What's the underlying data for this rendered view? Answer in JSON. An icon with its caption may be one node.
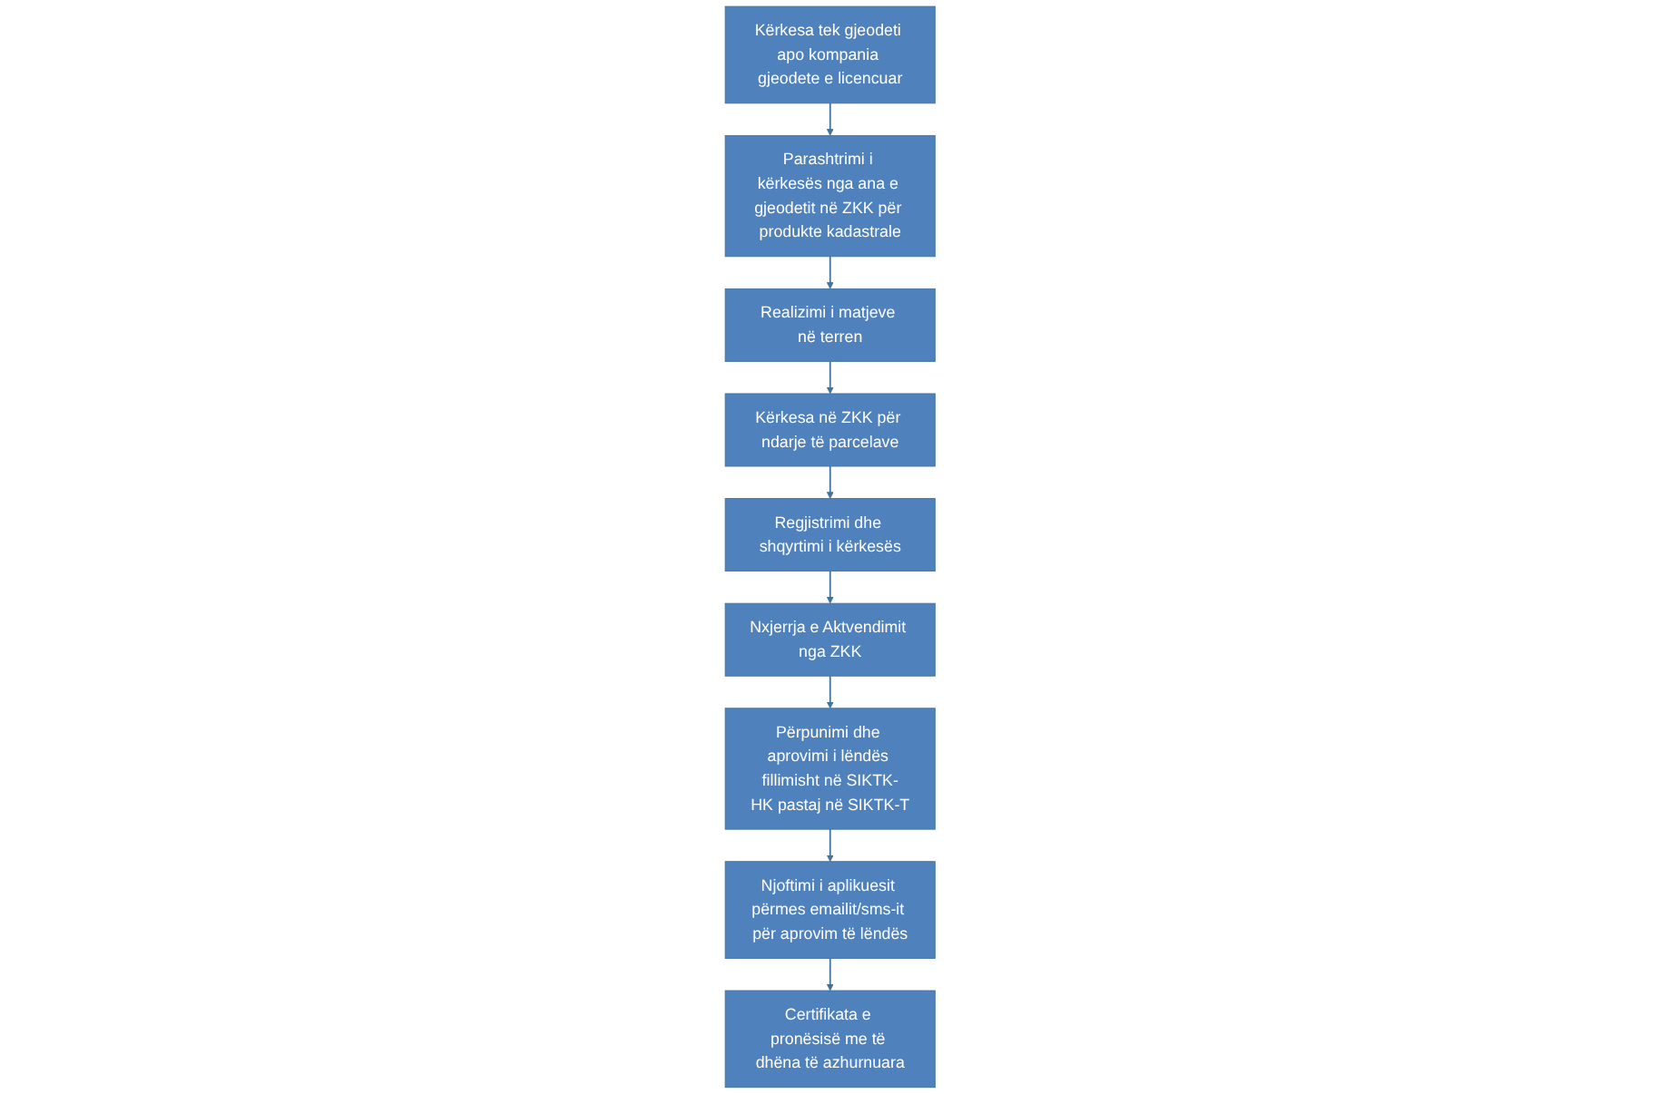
{
  "diagram": {
    "nodes": [
      {
        "text": [
          "Kërkesa tek gjeodeti apo kompania gjeodete e licencuar"
        ]
      },
      {
        "text": [
          "Parashtrimi i kërkesës nga ana e gjeodetit në ZKK për produkte kadastrale"
        ]
      },
      {
        "text": [
          "Realizimi i matjeve në terren"
        ]
      },
      {
        "text": [
          "Kërkesa në ZKK për ndarje të parcelave"
        ]
      },
      {
        "text": [
          "Regjistrimi dhe shqyrtimi i kërkesës"
        ]
      },
      {
        "text": [
          "Nxjerrja e Aktvendimit nga ZKK"
        ]
      },
      {
        "text": [
          "Përpunimi dhe aprovimi i lëndës fillimisht në SIKTK-HK pastaj në SIKTK-T"
        ]
      },
      {
        "text": [
          "Njoftimi i aplikuesit përmes emailit/sms-it për aprovim të lëndës"
        ]
      },
      {
        "text": [
          "Certifikata e pronësisë me të dhëna të azhurnuara"
        ]
      }
    ],
    "edges": [
      {
        "from": 0,
        "to": 1,
        "arrow": "to"
      },
      {
        "from": 1,
        "to": 2,
        "arrow": "to"
      },
      {
        "from": 2,
        "to": 3,
        "arrow": "to"
      },
      {
        "from": 3,
        "to": 4,
        "arrow": "to"
      },
      {
        "from": 4,
        "to": 5,
        "arrow": "to"
      },
      {
        "from": 5,
        "to": 6,
        "arrow": "to"
      },
      {
        "from": 6,
        "to": 7,
        "arrow": "to"
      },
      {
        "from": 7,
        "to": 8,
        "arrow": "to"
      }
    ]
  }
}
